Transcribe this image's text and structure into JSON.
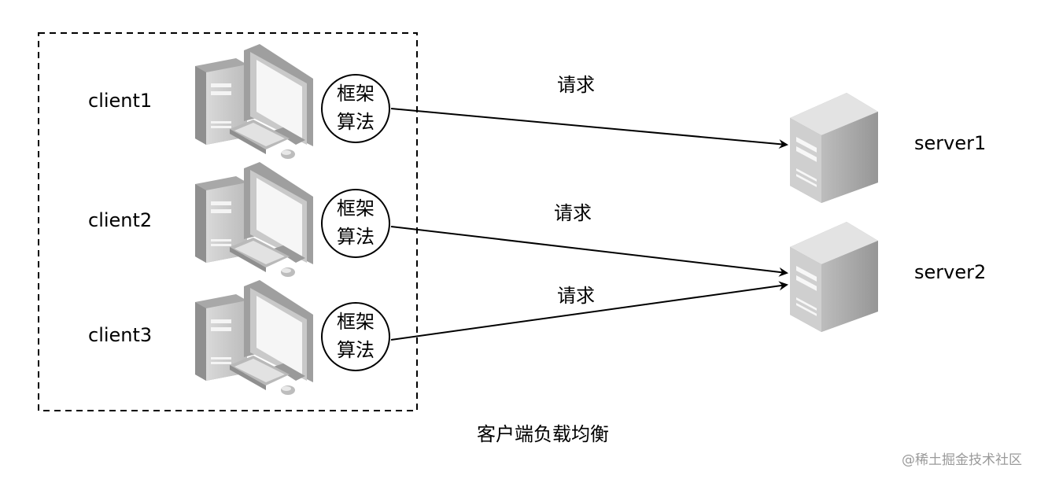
{
  "caption": "客户端负载均衡",
  "watermark": "@稀土掘金技术社区",
  "clients": [
    {
      "label": "client1",
      "algo": [
        "框架",
        "算法"
      ]
    },
    {
      "label": "client2",
      "algo": [
        "框架",
        "算法"
      ]
    },
    {
      "label": "client3",
      "algo": [
        "框架",
        "算法"
      ]
    }
  ],
  "servers": [
    {
      "label": "server1"
    },
    {
      "label": "server2"
    }
  ],
  "requests": [
    {
      "label": "请求",
      "from": "client1",
      "to": "server1"
    },
    {
      "label": "请求",
      "from": "client2",
      "to": "server2"
    },
    {
      "label": "请求",
      "from": "client3",
      "to": "server2"
    }
  ],
  "colors": {
    "line": "#000000",
    "machine_light": "#dcdcdc",
    "machine_mid": "#b4b4b4",
    "machine_dark": "#8c8c8c"
  }
}
